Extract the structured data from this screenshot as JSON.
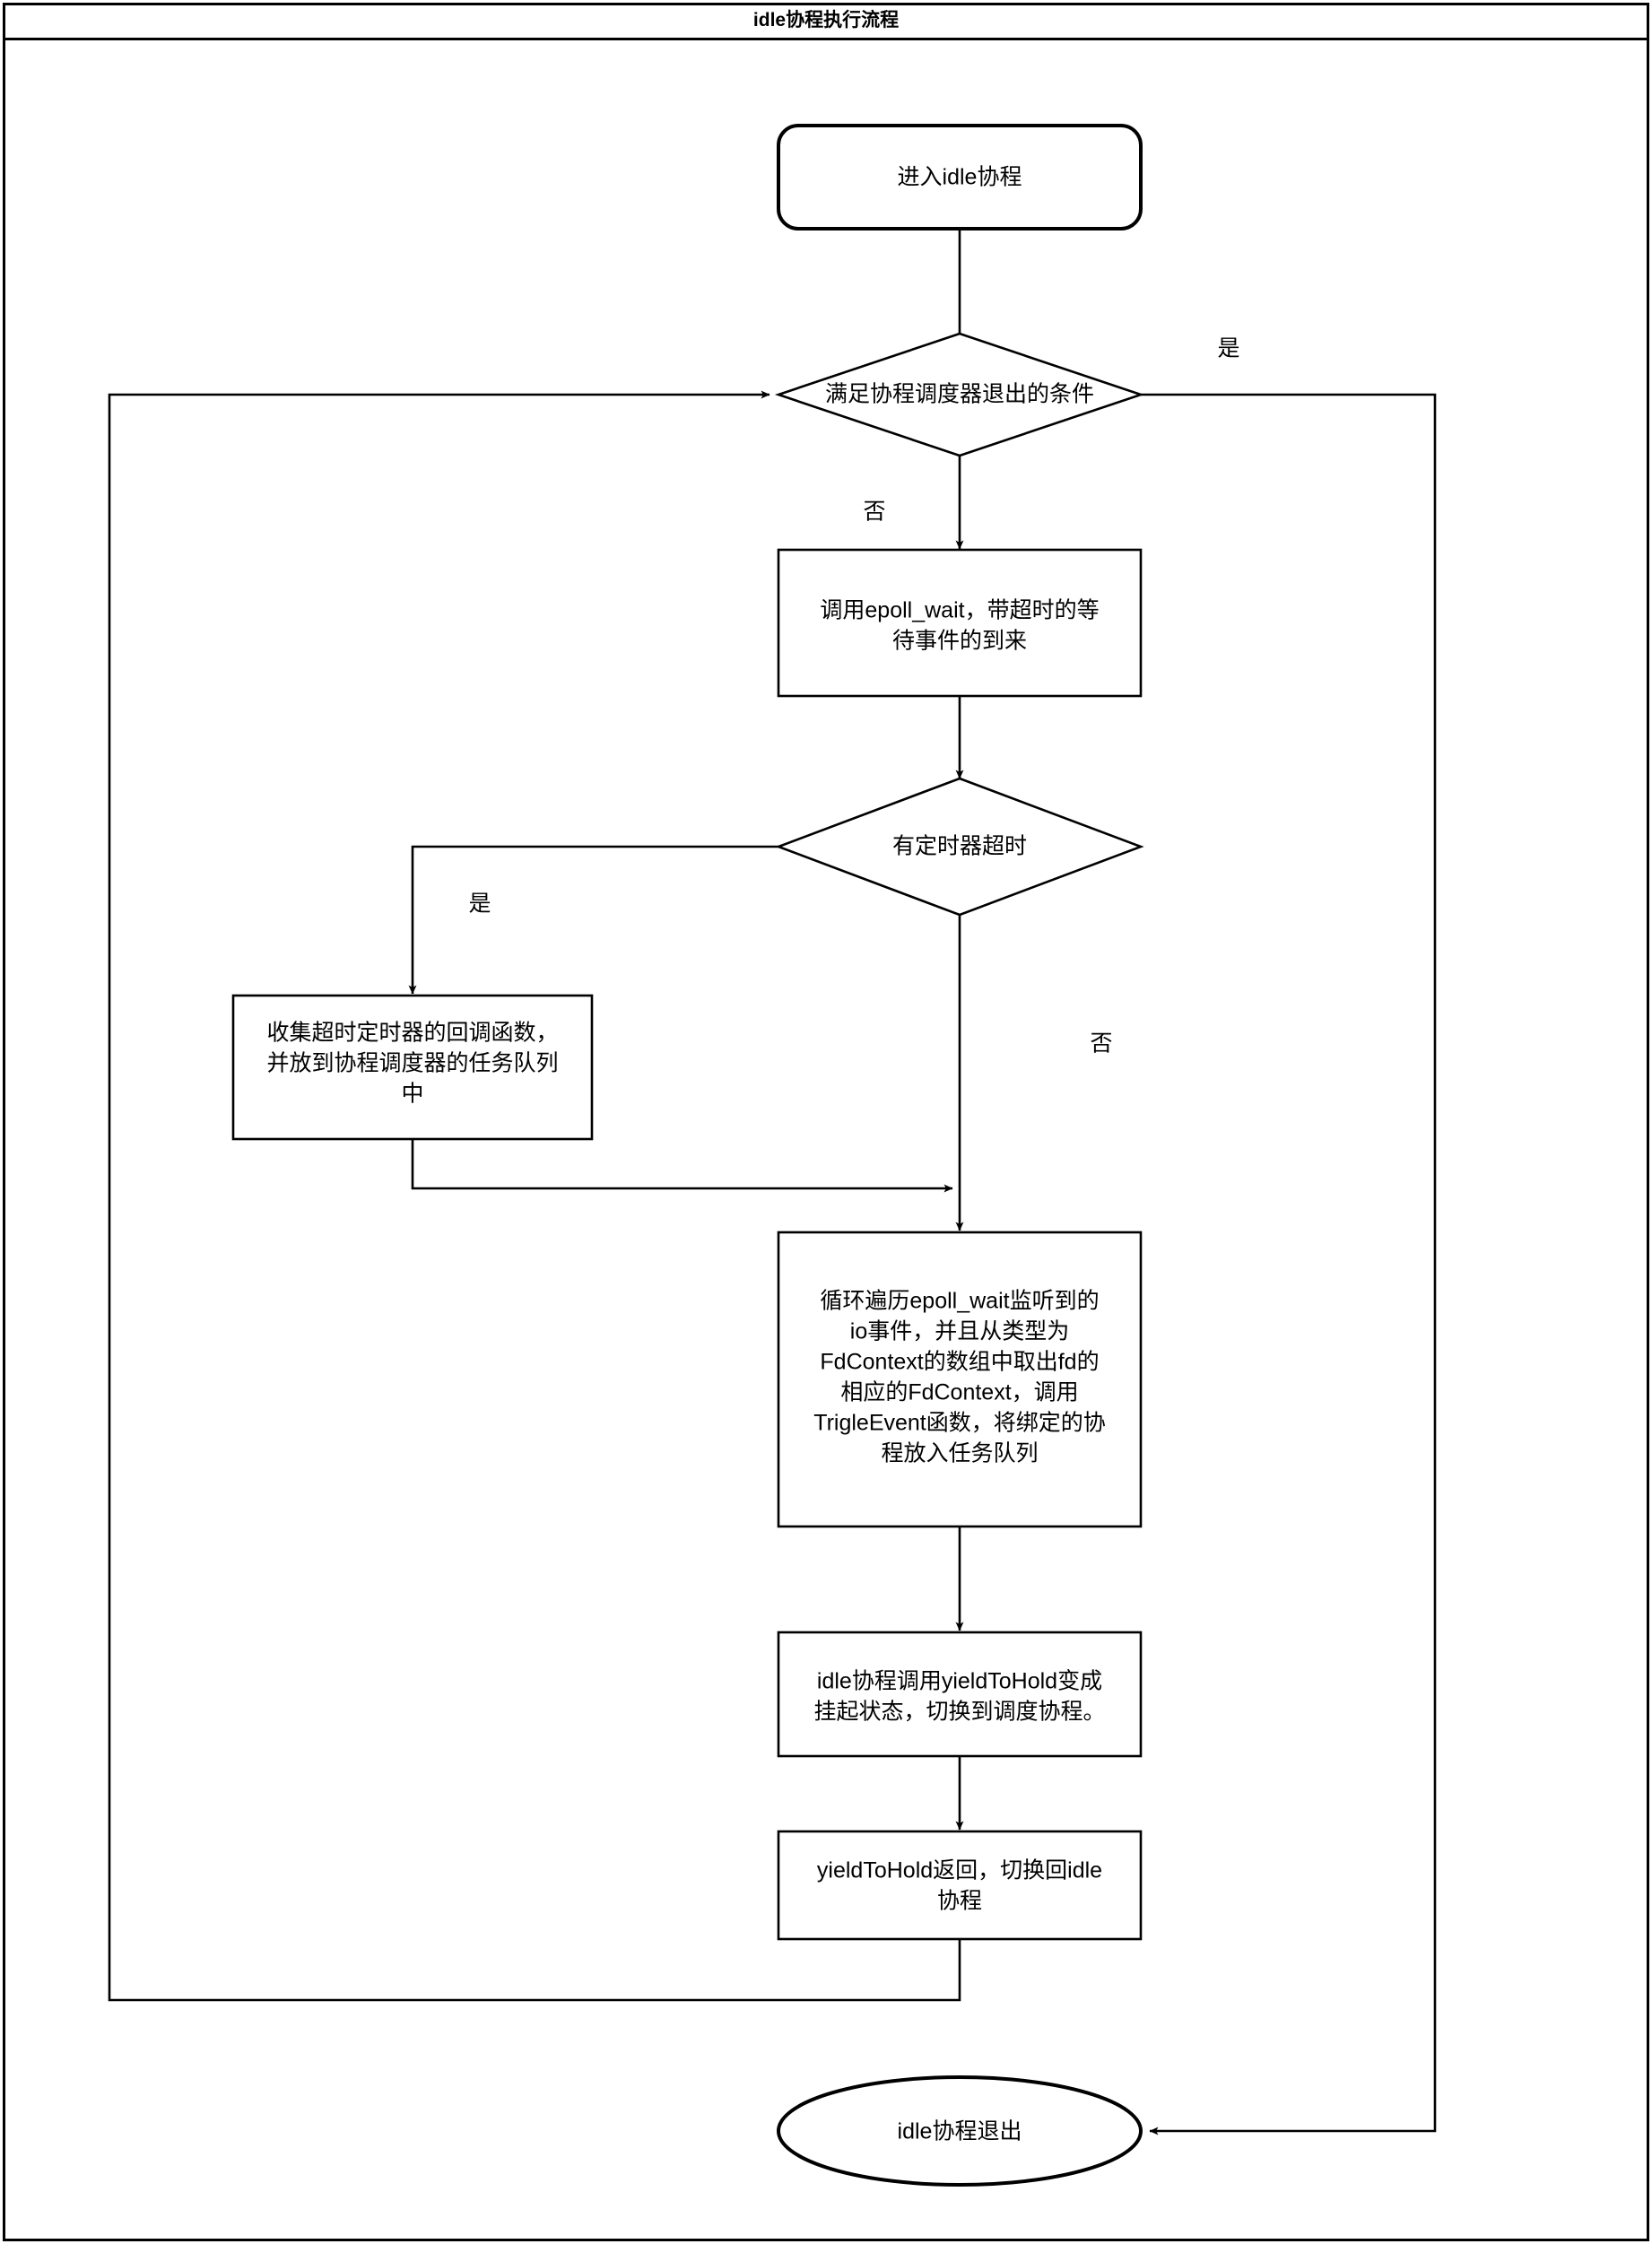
{
  "title": "idle协程执行流程",
  "colors": {
    "stroke": "#000000",
    "fill": "#ffffff",
    "text": "#000000"
  },
  "chart_data": {
    "type": "diagram",
    "diagram_kind": "flowchart",
    "title": "idle协程执行流程",
    "nodes": [
      {
        "id": "start",
        "shape": "rounded-rect",
        "text": "进入idle协程"
      },
      {
        "id": "decide-exit",
        "shape": "diamond",
        "text": "满足协程调度器退出的条件"
      },
      {
        "id": "epoll-wait",
        "shape": "rect",
        "text": "调用epoll_wait，带超时的等待事件的到来"
      },
      {
        "id": "decide-timer",
        "shape": "diamond",
        "text": "有定时器超时"
      },
      {
        "id": "collect-timer",
        "shape": "rect",
        "text": "收集超时定时器的回调函数，并放到协程调度器的任务队列中"
      },
      {
        "id": "loop-io",
        "shape": "rect",
        "text": "循环遍历epoll_wait监听到的io事件，并且从类型为FdContext的数组中取出fd的相应的FdContext，调用TrigleEvent函数，将绑定的协程放入任务队列"
      },
      {
        "id": "yield-hold",
        "shape": "rect",
        "text": "idle协程调用yieldToHold变成挂起状态，切换到调度协程。"
      },
      {
        "id": "yield-return",
        "shape": "rect",
        "text": "yieldToHold返回，切换回idle协程"
      },
      {
        "id": "exit",
        "shape": "ellipse",
        "text": "idle协程退出"
      }
    ],
    "edges": [
      {
        "from": "start",
        "to": "decide-exit",
        "label": ""
      },
      {
        "from": "decide-exit",
        "to": "exit",
        "label": "是"
      },
      {
        "from": "decide-exit",
        "to": "epoll-wait",
        "label": "否"
      },
      {
        "from": "epoll-wait",
        "to": "decide-timer",
        "label": ""
      },
      {
        "from": "decide-timer",
        "to": "collect-timer",
        "label": "是"
      },
      {
        "from": "decide-timer",
        "to": "loop-io",
        "label": "否"
      },
      {
        "from": "collect-timer",
        "to": "loop-io",
        "label": ""
      },
      {
        "from": "loop-io",
        "to": "yield-hold",
        "label": ""
      },
      {
        "from": "yield-hold",
        "to": "yield-return",
        "label": ""
      },
      {
        "from": "yield-return",
        "to": "decide-exit",
        "label": ""
      }
    ]
  },
  "nodes": {
    "start": {
      "text": "进入idle协程"
    },
    "decide_exit": {
      "text": "满足协程调度器退出的条件"
    },
    "epoll_wait": {
      "line1": "调用epoll_wait，带超时的等",
      "line2": "待事件的到来"
    },
    "decide_timer": {
      "text": "有定时器超时"
    },
    "collect_timer": {
      "line1": "收集超时定时器的回调函数，",
      "line2": "并放到协程调度器的任务队列",
      "line3": "中"
    },
    "loop_io": {
      "line1": "循环遍历epoll_wait监听到的",
      "line2": "io事件，并且从类型为",
      "line3": "FdContext的数组中取出fd的",
      "line4": "相应的FdContext，调用",
      "line5": "TrigleEvent函数，将绑定的协",
      "line6": "程放入任务队列"
    },
    "yield_hold": {
      "line1": "idle协程调用yieldToHold变成",
      "line2": "挂起状态，切换到调度协程。"
    },
    "yield_return": {
      "line1": "yieldToHold返回，切换回idle",
      "line2": "协程"
    },
    "exit": {
      "text": "idle协程退出"
    }
  },
  "labels": {
    "exit_yes": "是",
    "exit_no": "否",
    "timer_yes": "是",
    "timer_no": "否"
  }
}
